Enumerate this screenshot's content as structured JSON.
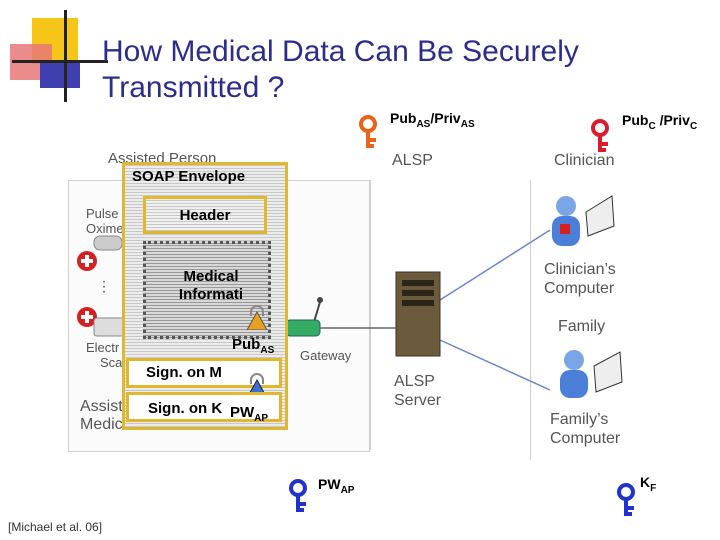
{
  "title": {
    "line1": "How Medical Data Can Be Securely",
    "line2": "Transmitted ?"
  },
  "keys": {
    "pub_as": {
      "text": "Pub",
      "sub": "AS",
      "sep": "/Priv",
      "sub2": "AS",
      "color": "#e8641a"
    },
    "pub_c": {
      "text": "Pub",
      "sub": "C",
      "sep": " /Priv",
      "sub2": "C",
      "color": "#d81e2c"
    },
    "pw_ap": {
      "text": "PW",
      "sub": "AP",
      "color": "#2233cc"
    },
    "k_f": {
      "text": "K",
      "sub": "F",
      "color": "#2233cc"
    }
  },
  "diagram": {
    "assisted_person": "Assisted Person",
    "alsp": "ALSP",
    "clinician": "Clinician",
    "pulse_oximeter": [
      "Pulse",
      "Oximeter"
    ],
    "electronic_scale": [
      "Electr",
      "Sca"
    ],
    "assisted_devices": [
      "Assist",
      "Medical Devices"
    ],
    "gateway": "Gateway",
    "alsp_server": [
      "ALSP",
      "Server"
    ],
    "clinicians_computer": [
      "Clinician’s",
      "Computer"
    ],
    "family": "Family",
    "familys_computer": [
      "Family’s",
      "Computer"
    ]
  },
  "envelope": {
    "label": "SOAP Envelope",
    "header": "Header",
    "medical": [
      "Medical",
      "Informati"
    ],
    "pub_as_text": "Pub",
    "pub_as_sub": "AS",
    "sign_m": "Sign. on M",
    "sign_k": "Sign. on K",
    "pw_text": "PW",
    "pw_sub": "AP"
  },
  "citation": "[Michael et al. 06]",
  "colors": {
    "title": "#2c2c8c",
    "envelope_border": "#e0b830",
    "lock": "#3b6fd8"
  }
}
